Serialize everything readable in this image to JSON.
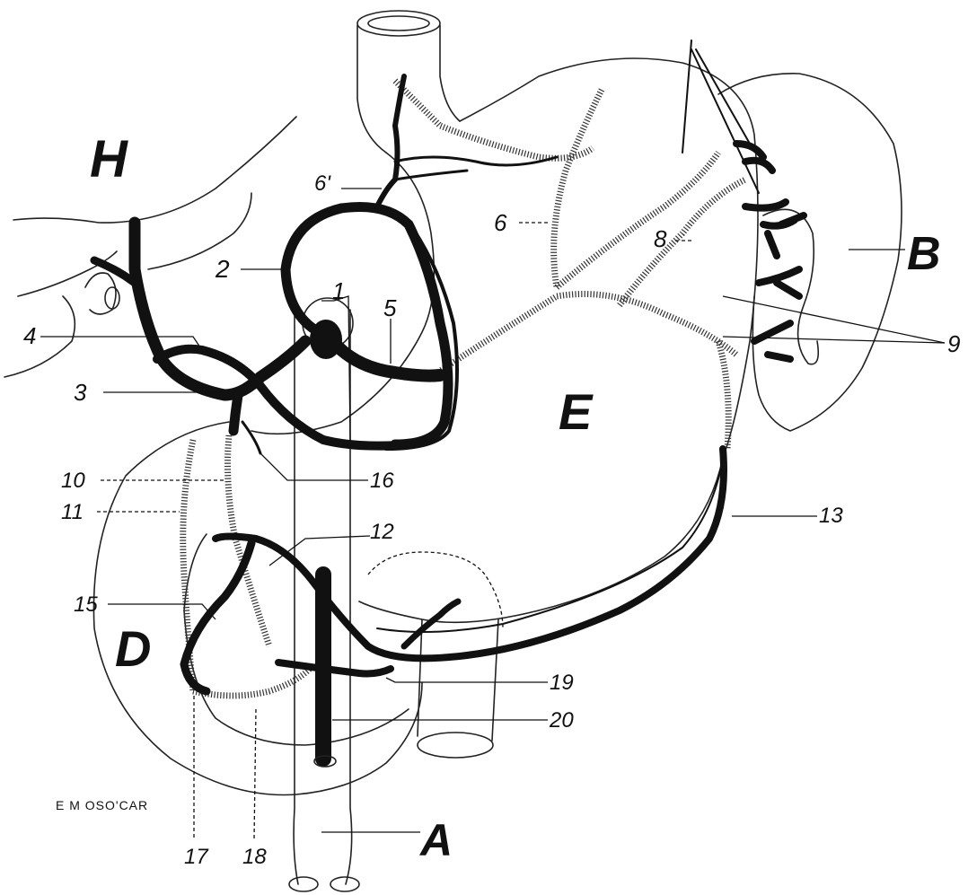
{
  "figure": {
    "region_labels": {
      "H": "H",
      "B": "B",
      "E": "E",
      "D": "D",
      "A": "A"
    },
    "number_labels": {
      "n1": "1",
      "n2": "2",
      "n3": "3",
      "n4": "4",
      "n5": "5",
      "n6": "6",
      "n6p": "6'",
      "n8": "8",
      "n9": "9",
      "n10": "10",
      "n11": "11",
      "n12": "12",
      "n13": "13",
      "n15": "15",
      "n16": "16",
      "n17": "17",
      "n18": "18",
      "n19": "19",
      "n20": "20"
    },
    "signature": "E M OSO'CAR"
  }
}
